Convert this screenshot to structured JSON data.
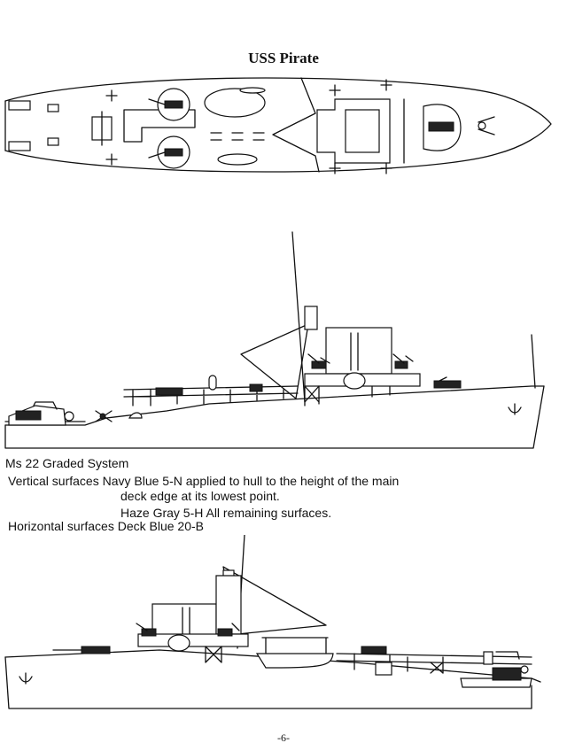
{
  "page": {
    "title": "USS Pirate",
    "page_number": "-6-"
  },
  "camouflage": {
    "scheme": "Ms 22 Graded System",
    "vertical_line1": "Vertical surfaces Navy Blue 5-N applied to hull to the height of the main",
    "vertical_line2": "deck edge at its lowest point.",
    "haze_line": "Haze Gray 5-H All remaining surfaces.",
    "horizontal_line": "Horizontal surfaces  Deck Blue 20-B"
  },
  "drawings": [
    {
      "view": "plan",
      "icon": "ship-plan-view-icon"
    },
    {
      "view": "starboard-profile",
      "icon": "ship-starboard-profile-icon"
    },
    {
      "view": "port-profile",
      "icon": "ship-port-profile-icon"
    }
  ]
}
